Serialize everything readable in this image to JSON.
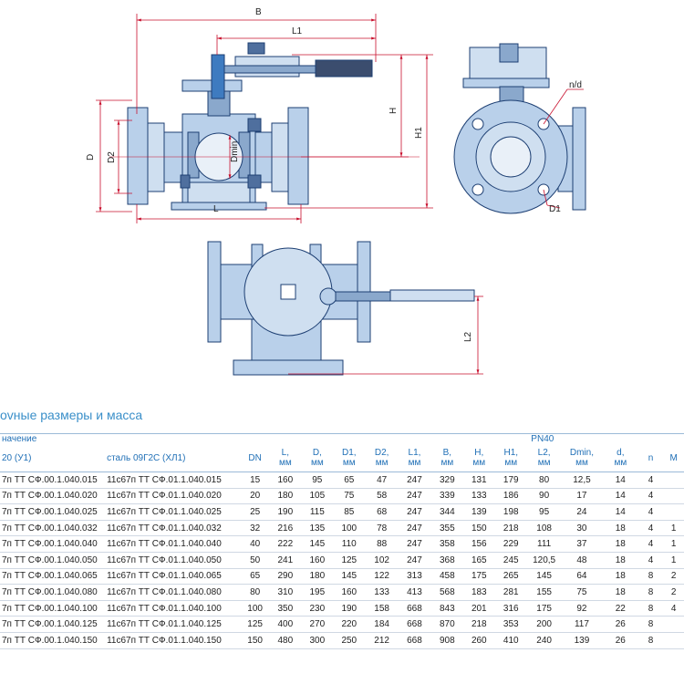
{
  "drawing": {
    "labels": {
      "B": "B",
      "L1": "L1",
      "H": "H",
      "H1": "H1",
      "D": "D",
      "D2": "D2",
      "L": "L",
      "Dmin": "Dmin",
      "n_d": "n/d",
      "D1": "D1",
      "L2": "L2"
    },
    "colors": {
      "body": "#b9d0ea",
      "outline": "#1d3f73",
      "handle": "#4f6f9e",
      "dimension": "#c8102e"
    }
  },
  "section_title": "ovные размеры и масса",
  "table": {
    "designation_header": "начение",
    "pressure_header": "PN40",
    "variant_headers": [
      "20 (У1)",
      "сталь 09Г2С (ХЛ1)"
    ],
    "columns": [
      "DN",
      "L,\nмм",
      "D,\nмм",
      "D1,\nмм",
      "D2,\nмм",
      "L1,\nмм",
      "B,\nмм",
      "H,\nмм",
      "H1,\nмм",
      "L2,\nмм",
      "Dmin,\nмм",
      "d,\nмм",
      "n",
      "M"
    ],
    "rows": [
      [
        "7п ТТ СФ.00.1.040.015",
        "11с67п ТТ СФ.01.1.040.015",
        "15",
        "160",
        "95",
        "65",
        "47",
        "247",
        "329",
        "131",
        "179",
        "80",
        "12,5",
        "14",
        "4",
        ""
      ],
      [
        "7п ТТ СФ.00.1.040.020",
        "11с67п ТТ СФ.01.1.040.020",
        "20",
        "180",
        "105",
        "75",
        "58",
        "247",
        "339",
        "133",
        "186",
        "90",
        "17",
        "14",
        "4",
        ""
      ],
      [
        "7п ТТ СФ.00.1.040.025",
        "11с67п ТТ СФ.01.1.040.025",
        "25",
        "190",
        "115",
        "85",
        "68",
        "247",
        "344",
        "139",
        "198",
        "95",
        "24",
        "14",
        "4",
        ""
      ],
      [
        "7п ТТ СФ.00.1.040.032",
        "11с67п ТТ СФ.01.1.040.032",
        "32",
        "216",
        "135",
        "100",
        "78",
        "247",
        "355",
        "150",
        "218",
        "108",
        "30",
        "18",
        "4",
        "1"
      ],
      [
        "7п ТТ СФ.00.1.040.040",
        "11с67п ТТ СФ.01.1.040.040",
        "40",
        "222",
        "145",
        "110",
        "88",
        "247",
        "358",
        "156",
        "229",
        "111",
        "37",
        "18",
        "4",
        "1"
      ],
      [
        "7п ТТ СФ.00.1.040.050",
        "11с67п ТТ СФ.01.1.040.050",
        "50",
        "241",
        "160",
        "125",
        "102",
        "247",
        "368",
        "165",
        "245",
        "120,5",
        "48",
        "18",
        "4",
        "1"
      ],
      [
        "7п ТТ СФ.00.1.040.065",
        "11с67п ТТ СФ.01.1.040.065",
        "65",
        "290",
        "180",
        "145",
        "122",
        "313",
        "458",
        "175",
        "265",
        "145",
        "64",
        "18",
        "8",
        "2"
      ],
      [
        "7п ТТ СФ.00.1.040.080",
        "11с67п ТТ СФ.01.1.040.080",
        "80",
        "310",
        "195",
        "160",
        "133",
        "413",
        "568",
        "183",
        "281",
        "155",
        "75",
        "18",
        "8",
        "2"
      ],
      [
        "7п ТТ СФ.00.1.040.100",
        "11с67п ТТ СФ.01.1.040.100",
        "100",
        "350",
        "230",
        "190",
        "158",
        "668",
        "843",
        "201",
        "316",
        "175",
        "92",
        "22",
        "8",
        "4"
      ],
      [
        "7п ТТ СФ.00.1.040.125",
        "11с67п ТТ СФ.01.1.040.125",
        "125",
        "400",
        "270",
        "220",
        "184",
        "668",
        "870",
        "218",
        "353",
        "200",
        "117",
        "26",
        "8",
        ""
      ],
      [
        "7п ТТ СФ.00.1.040.150",
        "11с67п ТТ СФ.01.1.040.150",
        "150",
        "480",
        "300",
        "250",
        "212",
        "668",
        "908",
        "260",
        "410",
        "240",
        "139",
        "26",
        "8",
        ""
      ]
    ]
  }
}
